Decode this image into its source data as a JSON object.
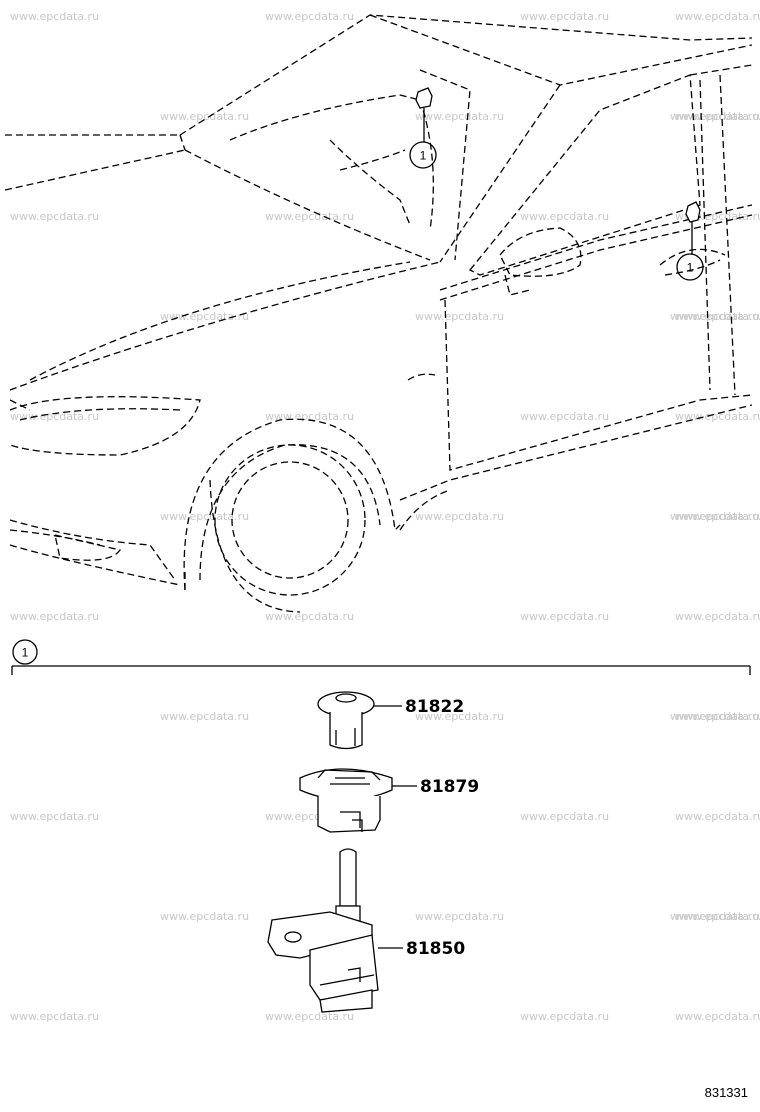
{
  "watermark": "www.epcdata.ru",
  "callout": "1",
  "parts": [
    {
      "number": "81822"
    },
    {
      "number": "81879"
    },
    {
      "number": "81850"
    }
  ],
  "diagram_id": "831331"
}
